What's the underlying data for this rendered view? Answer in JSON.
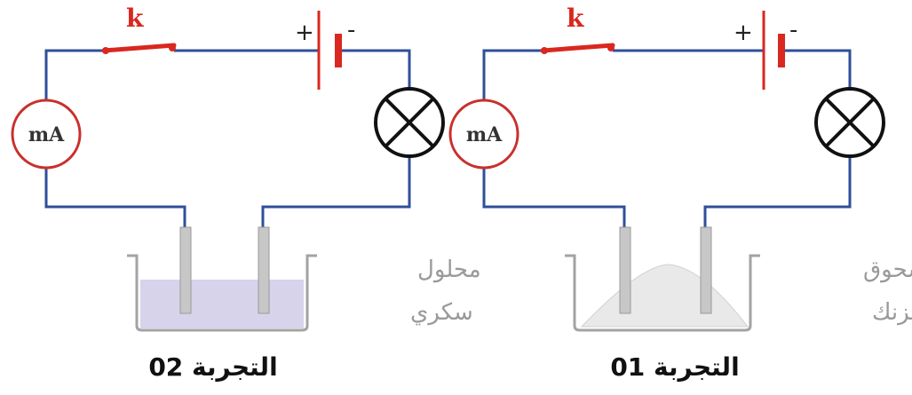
{
  "colors": {
    "wire": "#2f4f9a",
    "switch": "#d9281f",
    "meter_ring": "#c9302c",
    "lamp": "#111111",
    "beaker": "#a3a3a3",
    "electrode": "#c7c7c7",
    "sugar_solution": "#d6d3ea",
    "zinc_powder": "#e9e9e9"
  },
  "experiment_02": {
    "title": "التجربة 02",
    "switch_label": "k",
    "plus": "+",
    "minus": "-",
    "meter_label": "mA",
    "substance_line1": "محلول",
    "substance_line2": "سكري"
  },
  "experiment_01": {
    "title": "التجربة 01",
    "switch_label": "k",
    "plus": "+",
    "minus": "-",
    "meter_label": "mA",
    "substance_line1": "مسحوق",
    "substance_line2": "كلور الزنك"
  }
}
